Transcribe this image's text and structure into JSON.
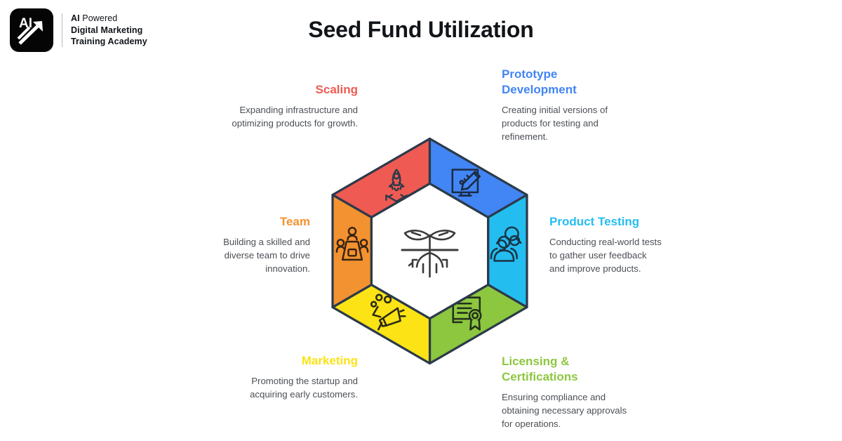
{
  "brand": {
    "logo_icon": "ai-arrow-logo-icon",
    "logo_text": "AI",
    "line1_strong": "AI",
    "line1_rest": " Powered",
    "line2": "Digital Marketing",
    "line3": "Training Academy"
  },
  "header": {
    "title": "Seed Fund Utilization"
  },
  "diagram": {
    "center_icon": "seedling-sprout-icon",
    "segments": [
      {
        "key": "scaling",
        "title": "Scaling",
        "desc": "Expanding infrastructure and optimizing products for growth.",
        "color": "#ef5a52",
        "icon": "rocket-launch-icon",
        "align": "right"
      },
      {
        "key": "prototype_development",
        "title": "Prototype Development",
        "desc": "Creating initial versions of products for testing and refinement.",
        "color": "#4285f4",
        "icon": "tablet-pencil-icon",
        "align": "left"
      },
      {
        "key": "product_testing",
        "title": "Product Testing",
        "desc": "Conducting real-world tests to gather user feedback and improve products.",
        "color": "#24bdf0",
        "icon": "users-magnifier-icon",
        "align": "left"
      },
      {
        "key": "licensing_certifications",
        "title": "Licensing & Certifications",
        "desc": "Ensuring compliance and obtaining necessary approvals for operations.",
        "color": "#8dc63f",
        "icon": "certificate-ribbon-icon",
        "align": "left"
      },
      {
        "key": "marketing",
        "title": "Marketing",
        "desc": "Promoting the startup and acquiring early customers.",
        "color": "#fbe315",
        "icon": "megaphone-icon",
        "align": "right"
      },
      {
        "key": "team",
        "title": "Team",
        "desc": "Building a skilled and diverse team to drive innovation.",
        "color": "#f39230",
        "icon": "team-table-icon",
        "align": "right"
      }
    ]
  },
  "colors": {
    "scaling": "#ef5a52",
    "prototype": "#4285f4",
    "testing": "#24bdf0",
    "licensing": "#8dc63f",
    "marketing": "#fbe315",
    "team": "#f39230",
    "stroke": "#2b3a4a",
    "center_fill": "#ffffff",
    "title_text": "#111418",
    "body_text": "#4b4f55"
  }
}
